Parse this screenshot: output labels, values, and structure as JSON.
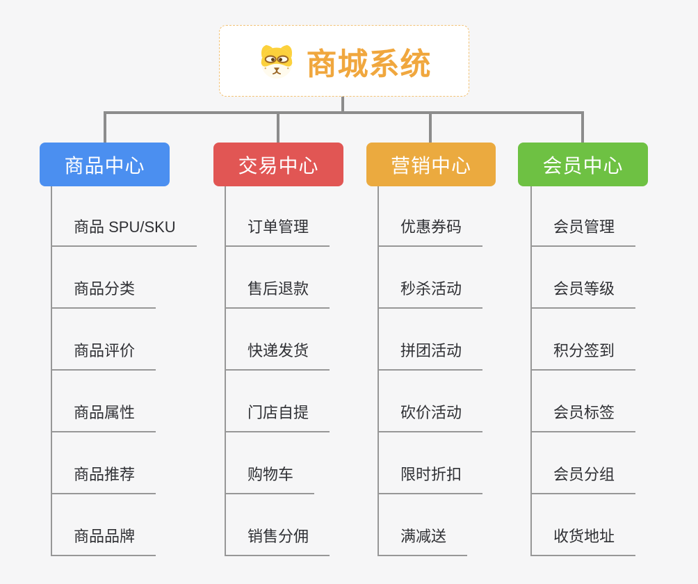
{
  "root": {
    "title": "商城系统",
    "icon": "dog-icon"
  },
  "branches": [
    {
      "label": "商品中心",
      "color": "#4b8ff0",
      "items": [
        "商品 SPU/SKU",
        "商品分类",
        "商品评价",
        "商品属性",
        "商品推荐",
        "商品品牌"
      ]
    },
    {
      "label": "交易中心",
      "color": "#e15654",
      "items": [
        "订单管理",
        "售后退款",
        "快递发货",
        "门店自提",
        "购物车",
        "销售分佣"
      ]
    },
    {
      "label": "营销中心",
      "color": "#ebaa3f",
      "items": [
        "优惠券码",
        "秒杀活动",
        "拼团活动",
        "砍价活动",
        "限时折扣",
        "满减送"
      ]
    },
    {
      "label": "会员中心",
      "color": "#6ec143",
      "items": [
        "会员管理",
        "会员等级",
        "积分签到",
        "会员标签",
        "会员分组",
        "收货地址"
      ]
    }
  ],
  "colors": {
    "background": "#f6f6f7",
    "connector": "#8c8c8c",
    "branch_line": "#979797",
    "root_text": "#f0a73e",
    "root_border": "#f2c173"
  }
}
